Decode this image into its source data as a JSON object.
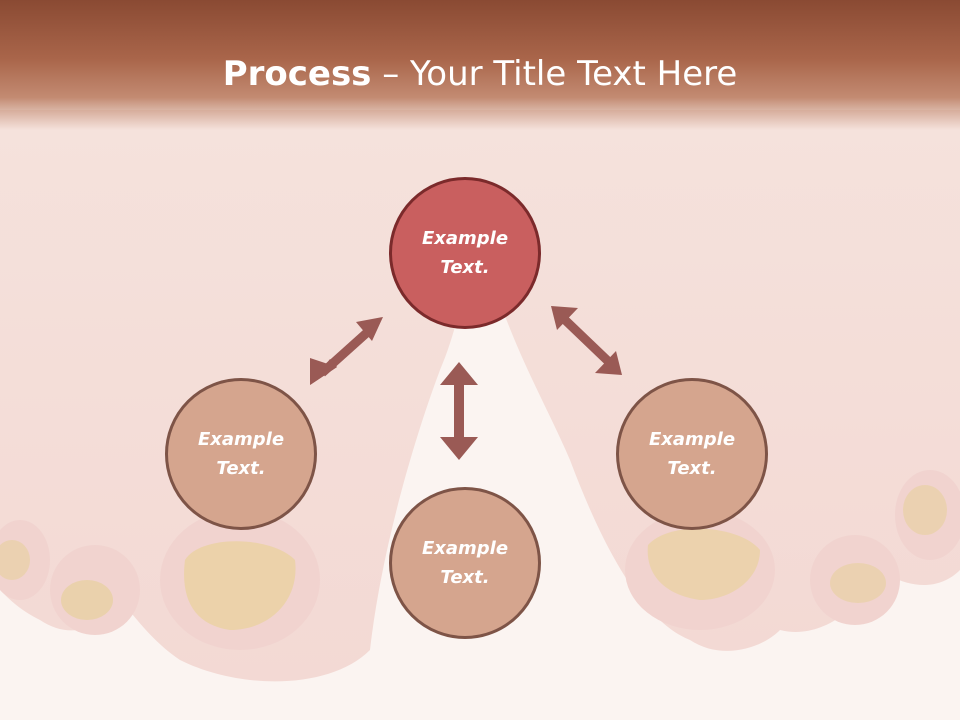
{
  "slide": {
    "title_bold": "Process",
    "title_rest": " – Your Title Text Here"
  },
  "nodes": {
    "top": {
      "line1": "Example",
      "line2": "Text."
    },
    "left": {
      "line1": "Example",
      "line2": "Text."
    },
    "right": {
      "line1": "Example",
      "line2": "Text."
    },
    "bottom": {
      "line1": "Example",
      "line2": "Text."
    }
  },
  "colors": {
    "header": "#a9654a",
    "top_node": "#c95f5f",
    "side_node": "#d5a58e",
    "arrow": "#9a5a55"
  },
  "background_image": "feet-with-nail-fungus-photo"
}
